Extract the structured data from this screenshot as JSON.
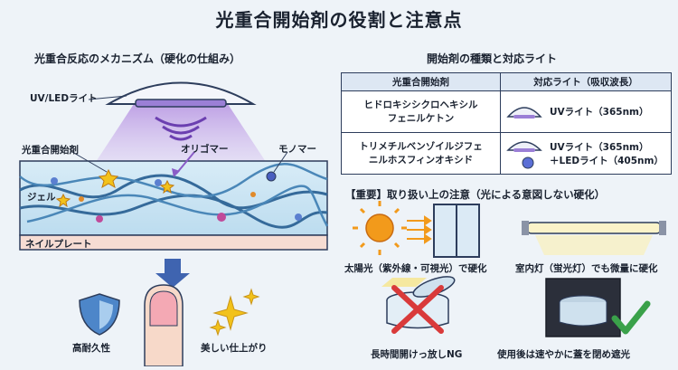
{
  "title": "光重合開始剤の役割と注意点",
  "left_section": {
    "heading": "光重合反応のメカニズム（硬化の仕組み）",
    "labels": {
      "uv_led_light": "UV/LEDライト",
      "photoinitiator": "光重合開始剤",
      "oligomer": "オリゴマー",
      "monomer": "モノマー",
      "gel": "ジェル",
      "nail_plate": "ネイルプレート"
    },
    "results": {
      "durability": "高耐久性",
      "finish": "美しい仕上がり"
    }
  },
  "right_section": {
    "heading": "開始剤の種類と対応ライト",
    "table": {
      "headers": [
        "光重合開始剤",
        "対応ライト（吸収波長）"
      ],
      "rows": [
        {
          "name_line1": "ヒドロキシシクロヘキシル",
          "name_line2": "フェニルケトン",
          "light_line1": "UVライト（365nm）",
          "light_line2": ""
        },
        {
          "name_line1": "トリメチルベンゾイルジフェ",
          "name_line2": "ニルホスフィンオキシド",
          "light_line1": "UVライト（365nm）",
          "light_line2": "＋LEDライト（405nm）"
        }
      ]
    },
    "important_heading": "【重要】取り扱い上の注意（光による意図しない硬化）",
    "cautions": [
      {
        "caption": "太陽光（紫外線・可視光）で硬化"
      },
      {
        "caption": "室内灯（蛍光灯）でも微量に硬化"
      },
      {
        "caption": "長時間開けっ放しNG"
      },
      {
        "caption": "使用後は速やかに蓋を閉め遮光"
      }
    ]
  },
  "colors": {
    "accent_purple": "#8a5cc7",
    "arrow_blue": "#3f64b0",
    "sun_orange": "#f29a1b",
    "check_green": "#3aa14a",
    "cross_red": "#d93a3a"
  }
}
